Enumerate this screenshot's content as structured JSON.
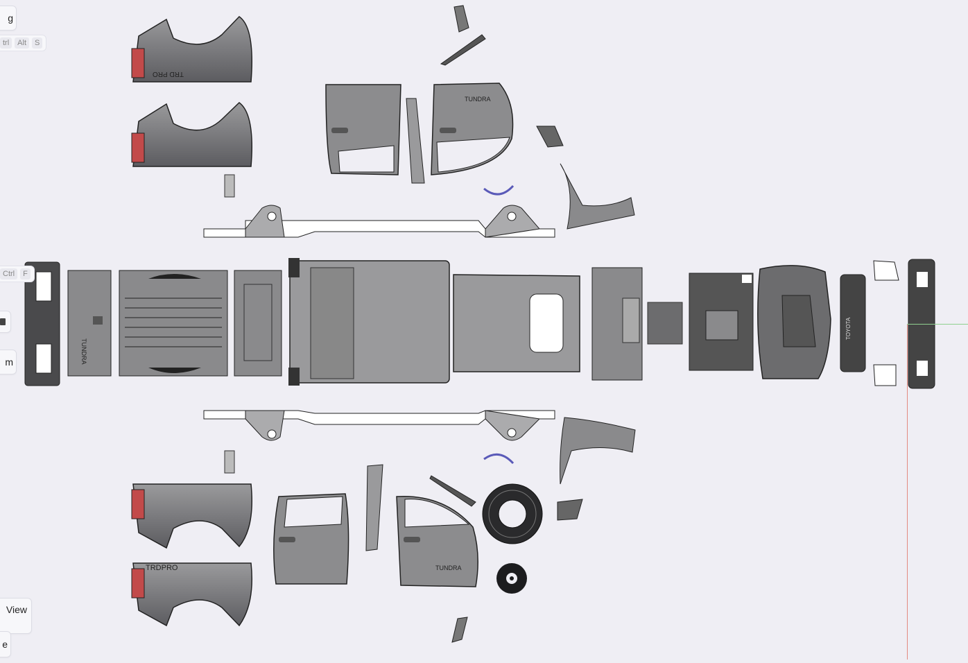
{
  "toolbar": {
    "top_button_label": "g",
    "top_shortcut": [
      "trl",
      "Alt",
      "S"
    ],
    "mid_shortcut": [
      "Ctrl",
      "F"
    ],
    "mid_button_label": "m",
    "view_button_label": "View",
    "bottom_button_label": "e"
  },
  "colors": {
    "background": "#efeef4",
    "part_fill": "#8a8a8c",
    "part_dark": "#3a3a3c",
    "tail_light": "#c24a4a",
    "clip_blue": "#5a5ab8",
    "x_axis": "#e38a80",
    "y_axis": "#8fd08f"
  },
  "parts": {
    "fender_logo_top": "TRD PRO",
    "door_logo_top": "TUNDRA",
    "tailgate_logo": "TUNDRA",
    "door_logo_bottom": "TUNDRA",
    "fender_logo_bottom": "TRDPRO",
    "grille_logo": "TOYOTA"
  }
}
